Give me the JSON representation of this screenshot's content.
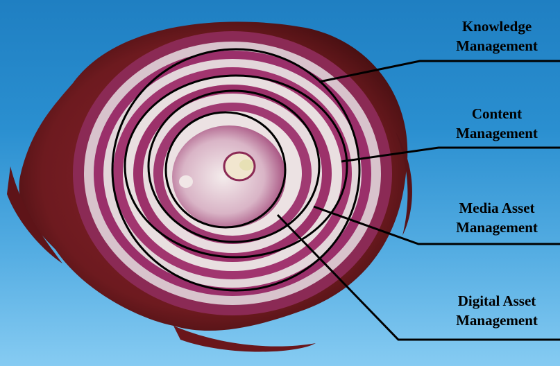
{
  "diagram": {
    "labels": [
      {
        "id": "km",
        "line1": "Knowledge",
        "line2": "Management"
      },
      {
        "id": "cm",
        "line1": "Content",
        "line2": "Management"
      },
      {
        "id": "mam",
        "line1": "Media Asset",
        "line2": "Management"
      },
      {
        "id": "dam",
        "line1": "Digital Asset",
        "line2": "Management"
      }
    ]
  },
  "colors": {
    "background_top": "#1f7fc2",
    "background_bottom": "#86cbf2",
    "onion_skin": "#7a1f1f",
    "onion_ring_purple": "#9a2f6a",
    "onion_ring_white": "#e9dfe0",
    "callout_lines": "#000000"
  }
}
